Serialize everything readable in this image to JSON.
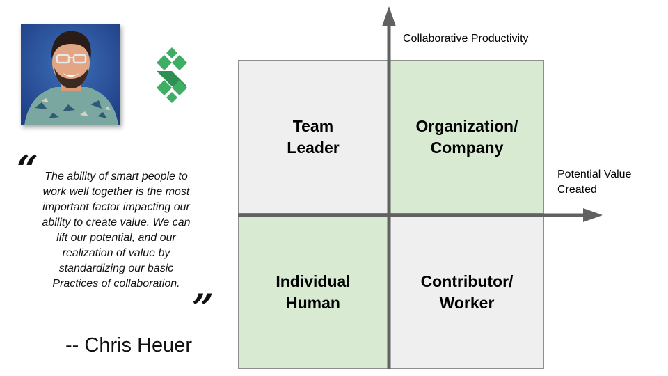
{
  "portrait": {
    "alt": "Photo of Chris Heuer"
  },
  "quote": {
    "open_mark": "“",
    "close_mark": "”",
    "text": "The ability of smart people to work well together is the most important factor impacting our ability to create value. We can lift our potential, and our realization of value by standardizing our basic Practices of collaboration.",
    "attribution": "-- Chris Heuer"
  },
  "axes": {
    "y_label": "Collaborative Productivity",
    "x_label": "Potential Value\nCreated",
    "color": "#616161"
  },
  "quadrants": {
    "top_left": "Team\nLeader",
    "top_right": "Organization/\nCompany",
    "bottom_left": "Individual\nHuman",
    "bottom_right": "Contributor/\nWorker"
  },
  "colors": {
    "grey_quadrant": "#efefef",
    "green_quadrant": "#d9ead3",
    "logo_green": "#3fae65"
  }
}
